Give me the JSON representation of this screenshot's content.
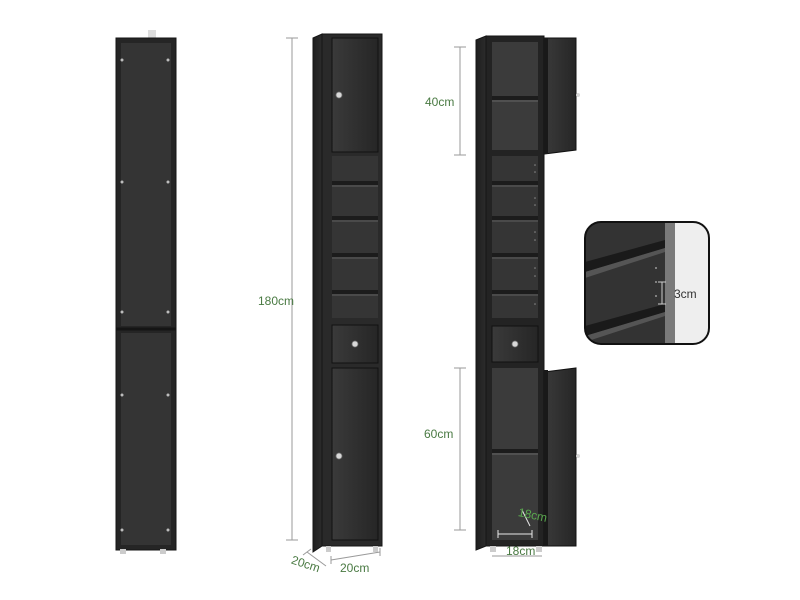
{
  "dimensions": {
    "total_height": "180cm",
    "depth": "20cm",
    "width": "20cm",
    "upper_cabinet_height": "40cm",
    "lower_cabinet_height": "60cm",
    "lower_inner_depth": "18cm",
    "lower_inner_width": "18cm",
    "shelf_step": "3cm"
  },
  "colors": {
    "cabinet_body": "#2e2e2e",
    "cabinet_edge": "#1a1a1a",
    "interior": "#3a3a3a",
    "dimension_line": "#9a9a9a",
    "dimension_text": "#4a7a43"
  }
}
